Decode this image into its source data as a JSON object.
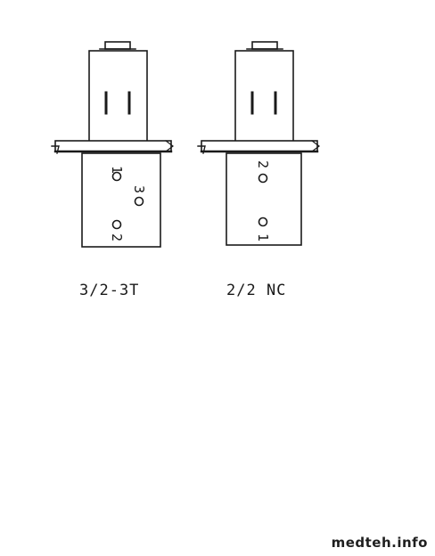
{
  "valves": [
    {
      "caption": "3/2-3T",
      "ports": [
        "1",
        "2",
        "3"
      ]
    },
    {
      "caption": "2/2 NC",
      "ports": [
        "2",
        "1"
      ]
    }
  ],
  "watermark": "medteh.info"
}
